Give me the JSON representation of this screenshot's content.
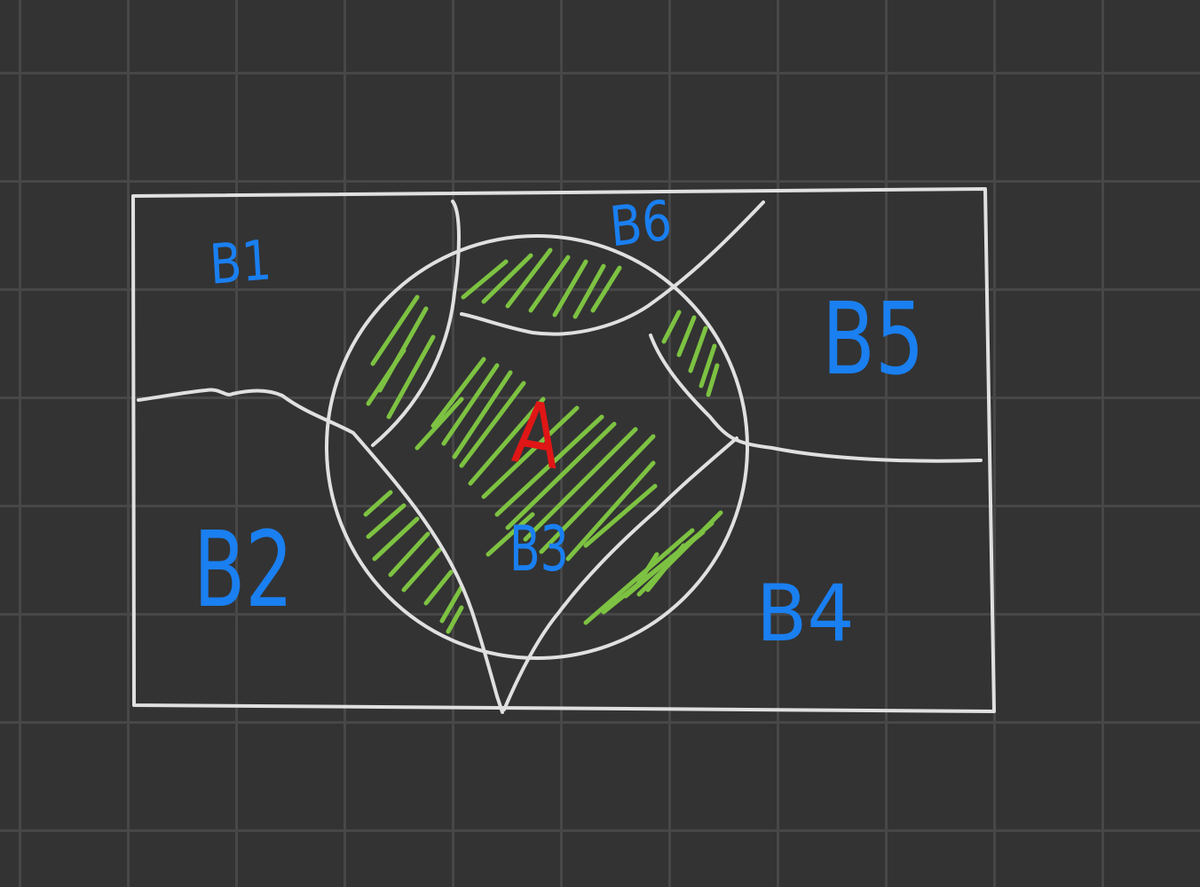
{
  "colors": {
    "background": "#333333",
    "grid": "#474747",
    "outline": "#e0e0e0",
    "region_label": "#1a7ff0",
    "event_label": "#e01616",
    "hatch": "#7dc242"
  },
  "labels": {
    "event": "A",
    "regions": [
      "B1",
      "B2",
      "B3",
      "B4",
      "B5",
      "B6"
    ]
  }
}
